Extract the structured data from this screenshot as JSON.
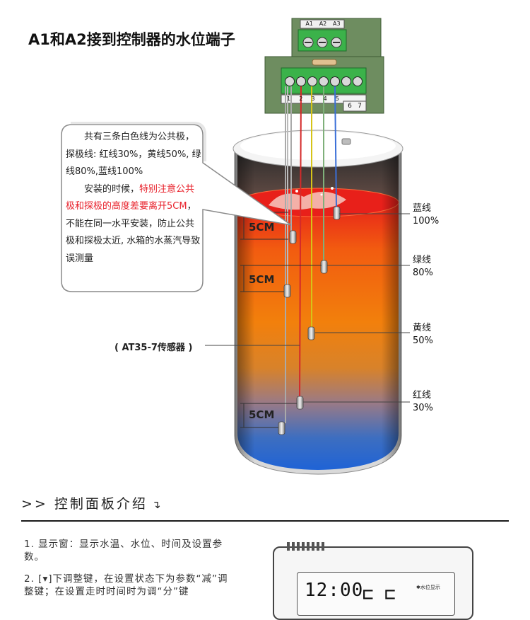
{
  "header": {
    "title": "A1和A2接到控制器的水位端子"
  },
  "terminal_block": {
    "top_labels": [
      "A1",
      "A2",
      "A3"
    ],
    "bottom_labels": [
      "1",
      "2",
      "3",
      "4",
      "5",
      "6",
      "7"
    ]
  },
  "callout": {
    "line1": "共有三条白色线为公共极，探极线: 红线30%，黄线50%, 绿线80%,蓝线100%",
    "line2_normal": "安装的时候，",
    "line2_red": "特别注意公共极和探极的高度差要离开5CM",
    "line2_tail": "，不能在同一水平安装，防止公共极和探极太近, 水箱的水蒸汽导致误测量"
  },
  "levels": [
    {
      "name": "蓝线",
      "percent": "100%"
    },
    {
      "name": "绿线",
      "percent": "80%"
    },
    {
      "name": "黄线",
      "percent": "50%"
    },
    {
      "name": "红线",
      "percent": "30%"
    }
  ],
  "cm_labels": [
    "5CM",
    "5CM",
    "5CM"
  ],
  "sensor_label": "( AT35-7传感器 )",
  "section": {
    "title": ">> 控制面板介绍",
    "items": [
      {
        "text": "1. 显示窗：显示水温、水位、时间及设置参数。"
      },
      {
        "text": "2. [▾]下调整键，在设置状态下为参数“减”调整键；在设置走时时间时为调“分”键"
      }
    ]
  },
  "panel": {
    "time": "12:00",
    "indicator": "水位显示"
  },
  "colors": {
    "red": "#e8202a",
    "blue_wire": "#3a6fd8",
    "green_wire": "#7fb07a",
    "yellow_wire": "#d6c418",
    "red_wire": "#d42a2a"
  }
}
